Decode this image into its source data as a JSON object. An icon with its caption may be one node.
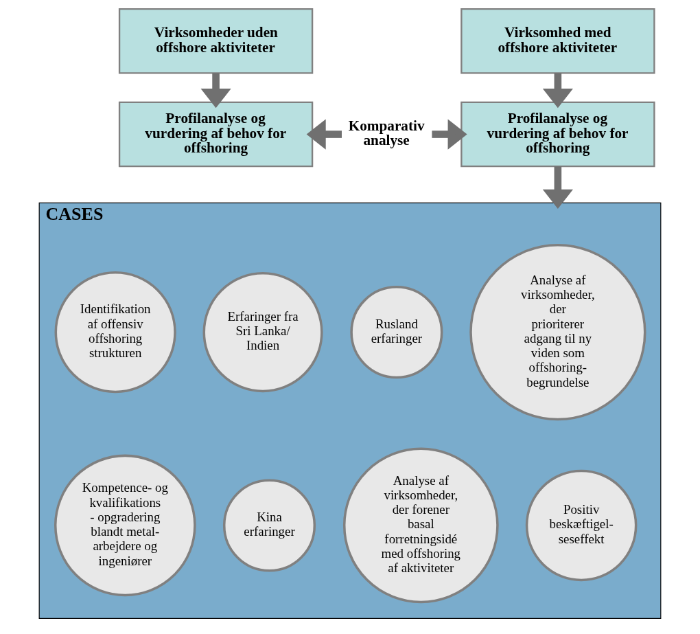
{
  "diagram": {
    "nodes": [
      {
        "text": [
          "Virksomheder uden offshore aktiviteter"
        ]
      },
      {
        "text": [
          "Virksomhed med offshore aktiviteter"
        ]
      },
      {
        "text": [
          "Profilanalyse og vurdering af behov for offshoring"
        ]
      },
      {
        "text": [
          "Komparativ analyse"
        ]
      },
      {
        "text": [
          "Profilanalyse og vurdering af behov for offshoring"
        ]
      },
      {
        "text": [
          "CASES"
        ]
      },
      {
        "text": [
          "Identifikation af offensiv offshoring strukturen"
        ],
        "in": 5
      },
      {
        "text": [
          "Erfaringer fra Sri Lanka/ Indien"
        ],
        "in": 5
      },
      {
        "text": [
          "Rusland erfaringer"
        ],
        "in": 5
      },
      {
        "text": [
          "Analyse af virksomheder, der prioriterer adgang til ny viden som offshoring- begrundelse"
        ],
        "in": 5
      },
      {
        "text": [
          "Kompetence- og kvalifikations- opgradering blandt metal- arbejdere og ingeniører"
        ],
        "in": 5
      },
      {
        "text": [
          "Kina erfaringer"
        ],
        "in": 5
      },
      {
        "text": [
          "Analyse af virksomheder, der forener basal forretningsidé med offshoring af aktiviteter"
        ],
        "in": 5
      },
      {
        "text": [
          "Positiv beskæftigel- seseffekt"
        ],
        "in": 5
      }
    ],
    "edges": [
      {
        "from": 0,
        "to": 2,
        "arrow": "to"
      },
      {
        "from": 1,
        "to": 4,
        "arrow": "to"
      },
      {
        "from": 3,
        "to": 2,
        "arrow": "to"
      },
      {
        "from": 3,
        "to": 4,
        "arrow": "to"
      },
      {
        "from": 4,
        "to": 5,
        "arrow": "to"
      }
    ]
  }
}
